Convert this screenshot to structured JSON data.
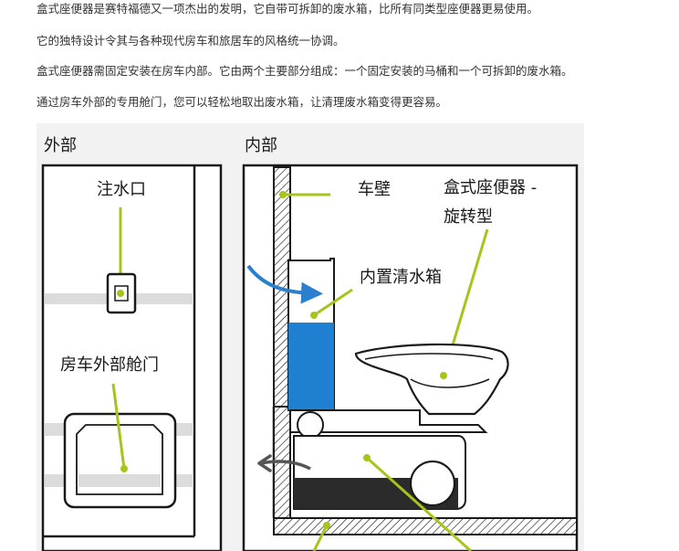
{
  "paragraphs": [
    "盒式座便器是赛特福德又一项杰出的发明，它自带可拆卸的废水箱，比所有同类型座便器更易使用。",
    "它的独特设计令其与各种现代房车和旅居车的风格统一协调。",
    "盒式座便器需固定安装在房车内部。它由两个主要部分组成：一个固定安装的马桶和一个可拆卸的废水箱。",
    "通过房车外部的专用舱门，您可以轻松地取出废水箱，让清理废水箱变得更容易。"
  ],
  "diagram": {
    "outside": {
      "title": "外部",
      "water_inlet": "注水口",
      "service_door": "房车外部舱门"
    },
    "inside": {
      "title": "内部",
      "wall": "车壁",
      "toilet_line1": "盒式座便器 -",
      "toilet_line2": "旋转型",
      "flush_tank": "内置清水箱"
    },
    "colors": {
      "accent": "#a8c41c",
      "water": "#1f7fd0",
      "arrow_blue": "#2a7fcf",
      "waste": "#2b2b2b",
      "panel": "#f2f2f2",
      "stripe": "#dcdcdc",
      "outline": "#1a1a1a"
    }
  }
}
